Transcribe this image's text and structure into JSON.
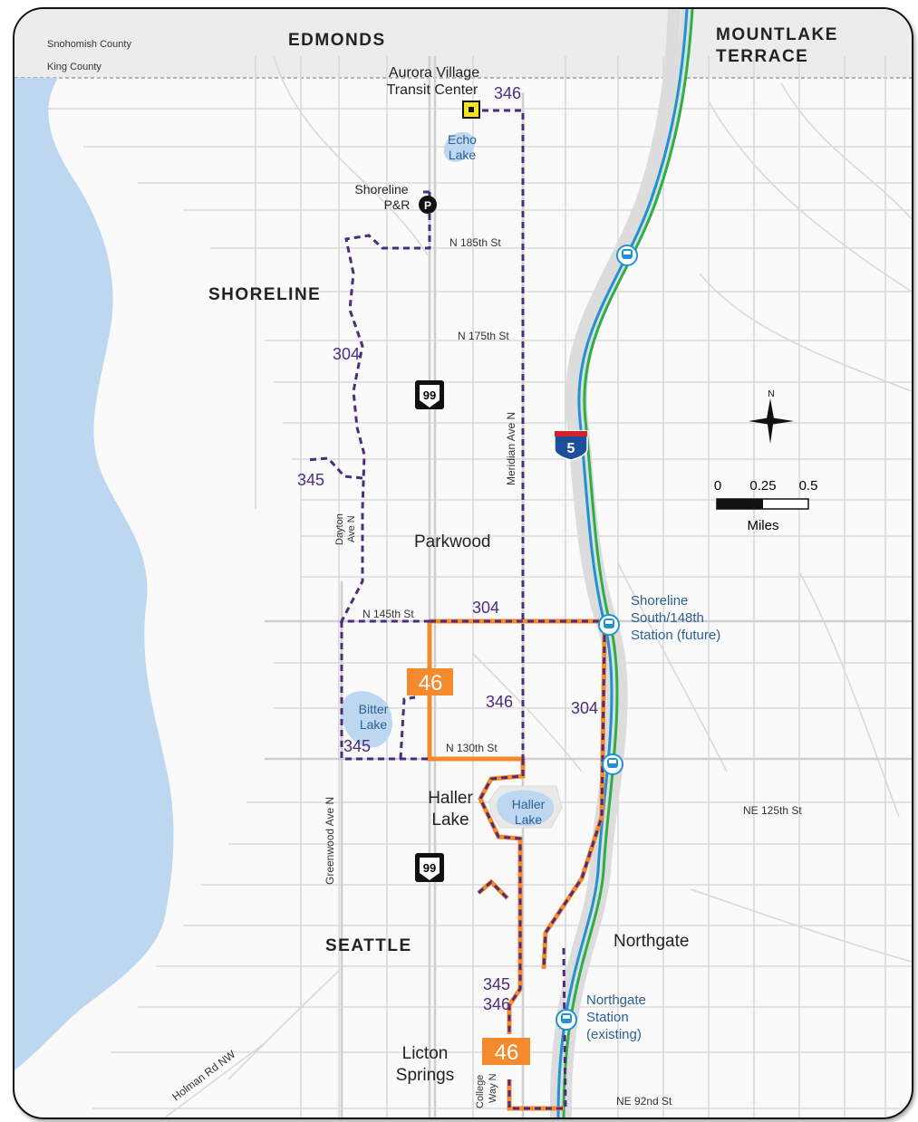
{
  "places": {
    "edmonds": "EDMONDS",
    "mountlake_1": "MOUNTLAKE",
    "mountlake_2": "TERRACE",
    "shoreline": "SHORELINE",
    "seattle": "SEATTLE",
    "parkwood": "Parkwood",
    "haller_lake_1": "Haller",
    "haller_lake_2": "Lake",
    "northgate": "Northgate",
    "licton_1": "Licton",
    "licton_2": "Springs"
  },
  "county": {
    "snohomish": "Snohomish County",
    "king": "King County"
  },
  "lakes": {
    "echo_1": "Echo",
    "echo_2": "Lake",
    "bitter_1": "Bitter",
    "bitter_2": "Lake",
    "haller_1": "Haller",
    "haller_2": "Lake"
  },
  "streets": {
    "n185": "N 185th St",
    "n175": "N 175th St",
    "n145": "N 145th St",
    "n130": "N 130th St",
    "ne125": "NE 125th St",
    "ne92": "NE 92nd St",
    "meridian": "Meridian Ave N",
    "dayton_1": "Dayton",
    "dayton_2": "Ave N",
    "greenwood": "Greenwood Ave N",
    "holman": "Holman Rd NW",
    "college_1": "College",
    "college_2": "Way N"
  },
  "facilities": {
    "aurora_1": "Aurora Village",
    "aurora_2": "Transit Center",
    "shoreline_pr_1": "Shoreline",
    "shoreline_pr_2": "P&R",
    "pr_glyph": "P",
    "s148_1": "Shoreline",
    "s148_2": "South/148th",
    "s148_3": "Station (future)",
    "ng_1": "Northgate",
    "ng_2": "Station",
    "ng_3": "(existing)"
  },
  "routes": {
    "r304": "304",
    "r345": "345",
    "r346": "346",
    "r46": "46"
  },
  "highways": {
    "sr99": "99",
    "i5": "5"
  },
  "scale": {
    "t0": "0",
    "t1": "0.25",
    "t2": "0.5",
    "unit": "Miles"
  },
  "north": "N",
  "colors": {
    "purple": "#4b2c7f",
    "orange": "#f58a2c",
    "water": "#bcd7ef",
    "light_rail": "#1f93d1",
    "green_line": "#2fae48",
    "label_blue": "#2b5f96"
  }
}
